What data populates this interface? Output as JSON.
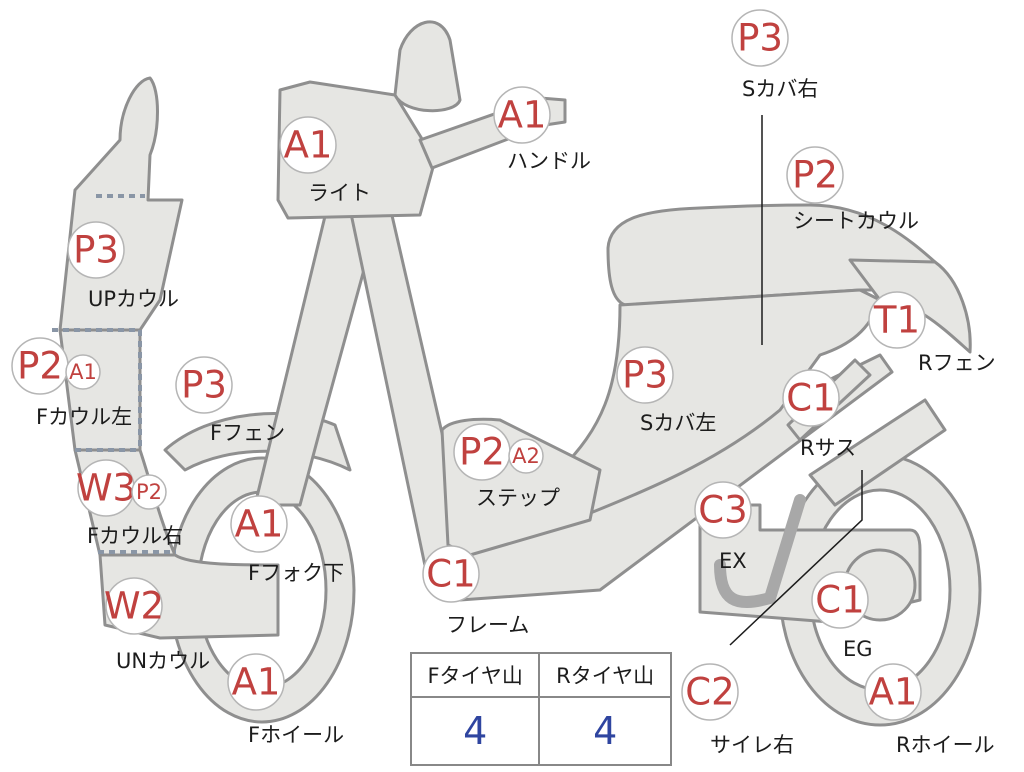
{
  "grades": {
    "light": "A1",
    "handle": "A1",
    "s_cover_right": "P3",
    "seat_cowl": "P2",
    "up_cowl": "P3",
    "f_cowl_left": "P2",
    "f_cowl_left_sub": "A1",
    "f_fender": "P3",
    "step": "P2",
    "step_sub": "A2",
    "s_cover_left": "P3",
    "r_fender": "T1",
    "r_sus": "C1",
    "f_cowl_right": "W3",
    "f_cowl_right_sub": "P2",
    "f_fork_lower": "A1",
    "ex": "C3",
    "frame": "C1",
    "eg": "C1",
    "un_cowl": "W2",
    "silencer_right": "C2",
    "f_wheel": "A1",
    "r_wheel": "A1"
  },
  "labels": {
    "light": "ライト",
    "handle": "ハンドル",
    "s_cover_right": "Sカバ右",
    "seat_cowl": "シートカウル",
    "up_cowl": "UPカウル",
    "f_cowl_left": "Fカウル左",
    "f_fender": "Fフェン",
    "step": "ステップ",
    "s_cover_left": "Sカバ左",
    "r_fender": "Rフェン",
    "r_sus": "Rサス",
    "f_cowl_right": "Fカウル右",
    "f_fork_lower": "Fフォク下",
    "ex": "EX",
    "frame": "フレーム",
    "eg": "EG",
    "un_cowl": "UNカウル",
    "silencer_right": "サイレ右",
    "f_wheel": "Fホイール",
    "r_wheel": "Rホイール"
  },
  "tire_table": {
    "front_header": "Fタイヤ山",
    "rear_header": "Rタイヤ山",
    "front_value": "4",
    "rear_value": "4"
  },
  "colors": {
    "grade_text": "#c0413f",
    "tire_value": "#2f45a0",
    "part_fill": "#e6e6e3",
    "part_outline": "#8f8f8f"
  }
}
